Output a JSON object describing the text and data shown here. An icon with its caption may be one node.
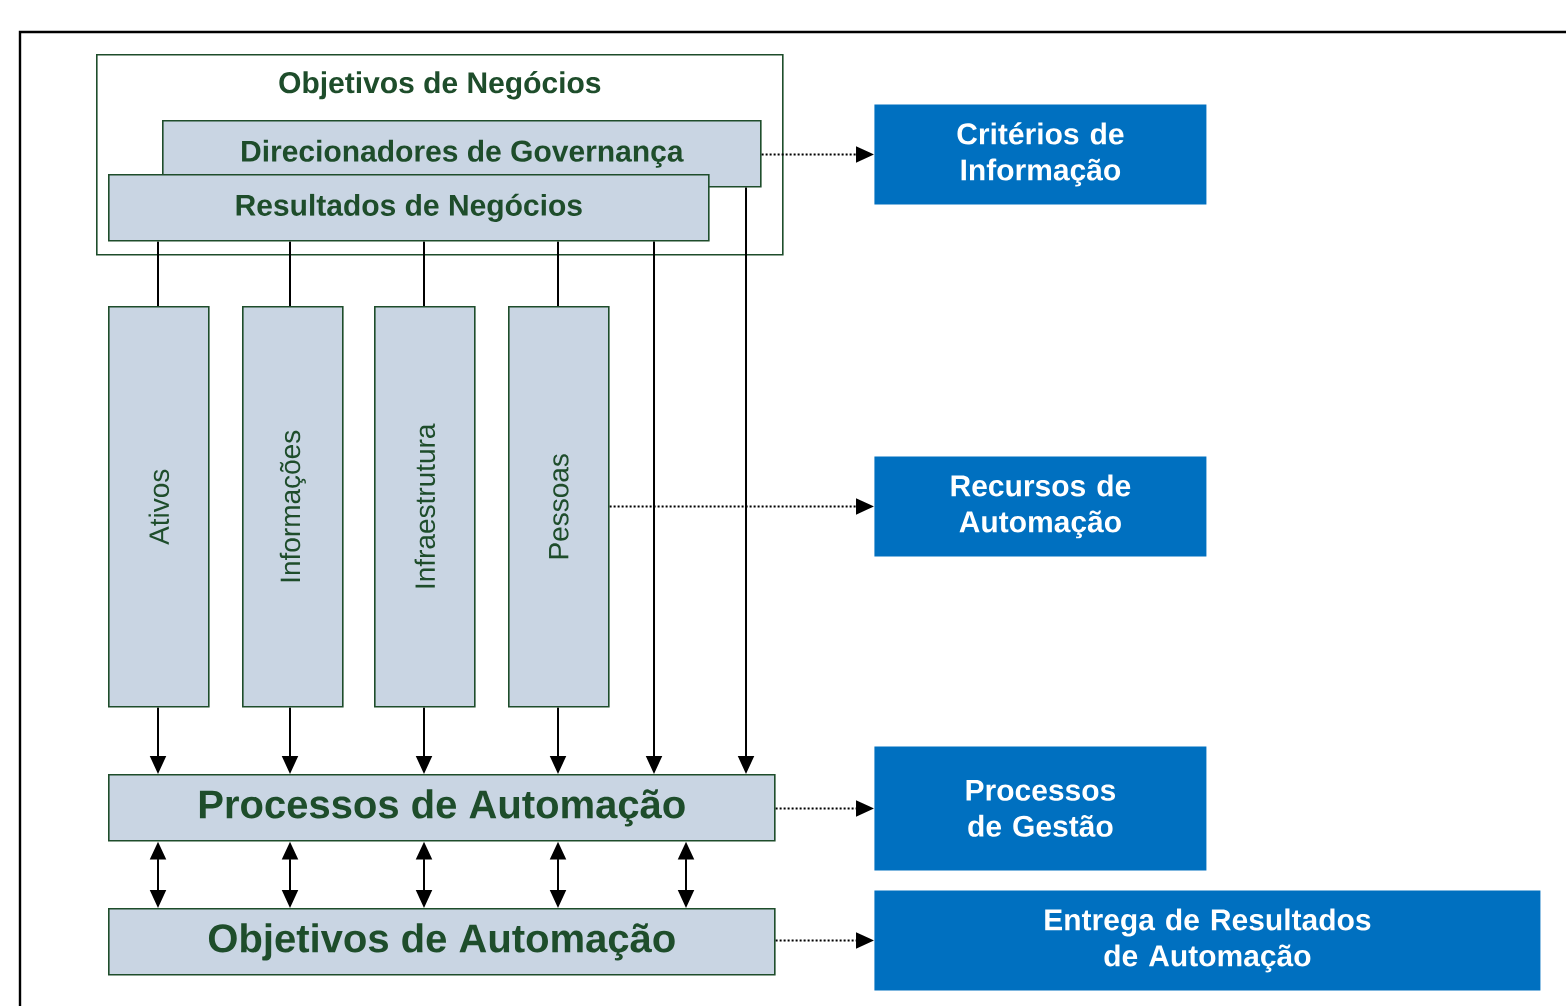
{
  "diagram": {
    "nodes": [
      {
        "text": [
          "Objetivos de Negócios"
        ]
      },
      {
        "text": [
          "Direcionadores de Governança"
        ],
        "in": 0
      },
      {
        "text": [
          "Resultados de Negócios"
        ],
        "in": 0
      },
      {
        "text": [
          "Critérios de Informação"
        ]
      },
      {
        "text": [
          "Ativos"
        ]
      },
      {
        "text": [
          "Informações"
        ]
      },
      {
        "text": [
          "Infraestrutura"
        ]
      },
      {
        "text": [
          "Pessoas"
        ]
      },
      {
        "text": [
          "Recursos de Automação"
        ]
      },
      {
        "text": [
          "Processos de Automação"
        ]
      },
      {
        "text": [
          "Processos de Gestão"
        ]
      },
      {
        "text": [
          "Objetivos de Automação"
        ]
      },
      {
        "text": [
          "Entrega de Resultados de Automação"
        ]
      }
    ],
    "edges": [
      {
        "from": 1,
        "to": 3,
        "arrow": "to",
        "style": "dashed"
      },
      {
        "from": 2,
        "to": 4,
        "arrow": "none"
      },
      {
        "from": 2,
        "to": 5,
        "arrow": "none"
      },
      {
        "from": 2,
        "to": 6,
        "arrow": "none"
      },
      {
        "from": 2,
        "to": 7,
        "arrow": "none"
      },
      {
        "from": 4,
        "to": 9,
        "arrow": "to"
      },
      {
        "from": 5,
        "to": 9,
        "arrow": "to"
      },
      {
        "from": 6,
        "to": 9,
        "arrow": "to"
      },
      {
        "from": 7,
        "to": 9,
        "arrow": "to"
      },
      {
        "from": 2,
        "to": 9,
        "arrow": "to"
      },
      {
        "from": 1,
        "to": 9,
        "arrow": "to"
      },
      {
        "from": 7,
        "to": 8,
        "arrow": "to",
        "style": "dashed"
      },
      {
        "from": 9,
        "to": 10,
        "arrow": "to",
        "style": "dashed"
      },
      {
        "from": 9,
        "to": 11,
        "arrow": "both"
      },
      {
        "from": 9,
        "to": 11,
        "arrow": "both"
      },
      {
        "from": 9,
        "to": 11,
        "arrow": "both"
      },
      {
        "from": 9,
        "to": 11,
        "arrow": "both"
      },
      {
        "from": 9,
        "to": 11,
        "arrow": "both"
      },
      {
        "from": 11,
        "to": 12,
        "arrow": "to",
        "style": "dashed"
      }
    ]
  }
}
